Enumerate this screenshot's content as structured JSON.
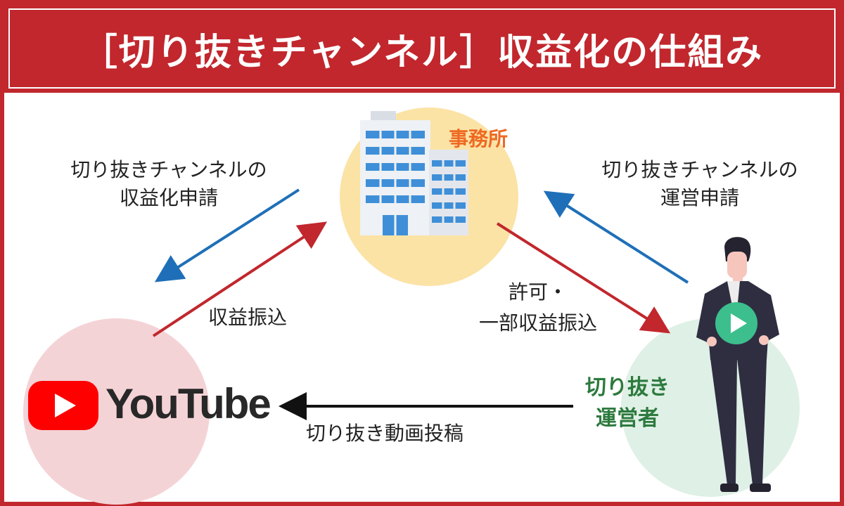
{
  "header": {
    "title": "［切り抜きチャンネル］収益化の仕組み"
  },
  "nodes": {
    "office": {
      "label": "事務所"
    },
    "youtube": {
      "label": "YouTube"
    },
    "operator": {
      "label_lines": [
        "切り抜き",
        "運営者"
      ]
    }
  },
  "edges": {
    "monetize_request": {
      "lines": [
        "切り抜きチャンネルの",
        "収益化申請"
      ]
    },
    "revenue_transfer": {
      "label": "収益振込"
    },
    "operation_request": {
      "lines": [
        "切り抜きチャンネルの",
        "運営申請"
      ]
    },
    "permission_partial": {
      "lines": [
        "許可・",
        "一部収益振込"
      ]
    },
    "video_post": {
      "label": "切り抜き動画投稿"
    }
  },
  "colors": {
    "brand_red": "#c1272d",
    "arrow_blue": "#1f6fb8",
    "arrow_red": "#c1272d",
    "arrow_black": "#111111",
    "office_orange": "#ee6a22",
    "operator_green": "#2d7a3e",
    "youtube_red": "#ff0000"
  },
  "icons": [
    "office-building-icon",
    "youtube-play-icon",
    "person-holding-play-icon"
  ]
}
